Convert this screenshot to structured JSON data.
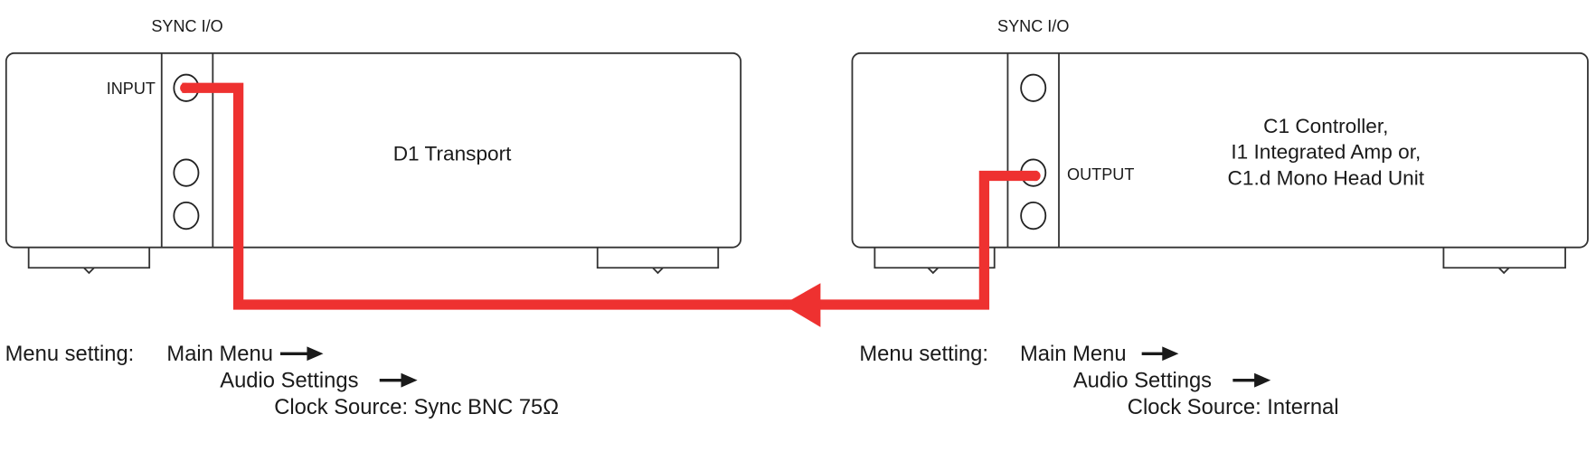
{
  "left_unit": {
    "sync_label": "SYNC I/O",
    "port_label": "INPUT",
    "name": "D1 Transport",
    "menu": {
      "prefix": "Menu setting:",
      "step1": "Main Menu",
      "step2": "Audio Settings",
      "step3": "Clock Source: Sync BNC 75Ω"
    }
  },
  "right_unit": {
    "sync_label": "SYNC I/O",
    "port_label": "OUTPUT",
    "name_lines": [
      "C1 Controller,",
      "I1 Integrated Amp or,",
      "C1.d Mono Head Unit"
    ],
    "menu": {
      "prefix": "Menu setting:",
      "step1": "Main Menu",
      "step2": "Audio Settings",
      "step3": "Clock Source: Internal"
    }
  },
  "colors": {
    "cable": "#ee3130",
    "outline": "#333333"
  }
}
